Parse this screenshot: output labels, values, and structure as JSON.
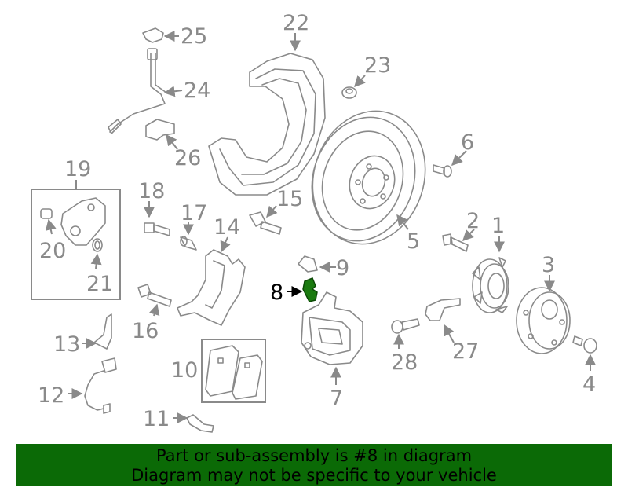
{
  "callouts": {
    "c1": "1",
    "c2": "2",
    "c3": "3",
    "c4": "4",
    "c5": "5",
    "c6": "6",
    "c7": "7",
    "c8": "8",
    "c9": "9",
    "c10": "10",
    "c11": "11",
    "c12": "12",
    "c13": "13",
    "c14": "14",
    "c15": "15",
    "c16": "16",
    "c17": "17",
    "c18": "18",
    "c19": "19",
    "c20": "20",
    "c21": "21",
    "c22": "22",
    "c23": "23",
    "c24": "24",
    "c25": "25",
    "c26": "26",
    "c27": "27",
    "c28": "28"
  },
  "highlight": {
    "part": "8",
    "color": "#1a7a0f"
  },
  "banner": {
    "line1": "Part or sub-assembly is #8 in diagram",
    "line2": "Diagram may not be specific to your vehicle",
    "background": "#0b6a06"
  }
}
